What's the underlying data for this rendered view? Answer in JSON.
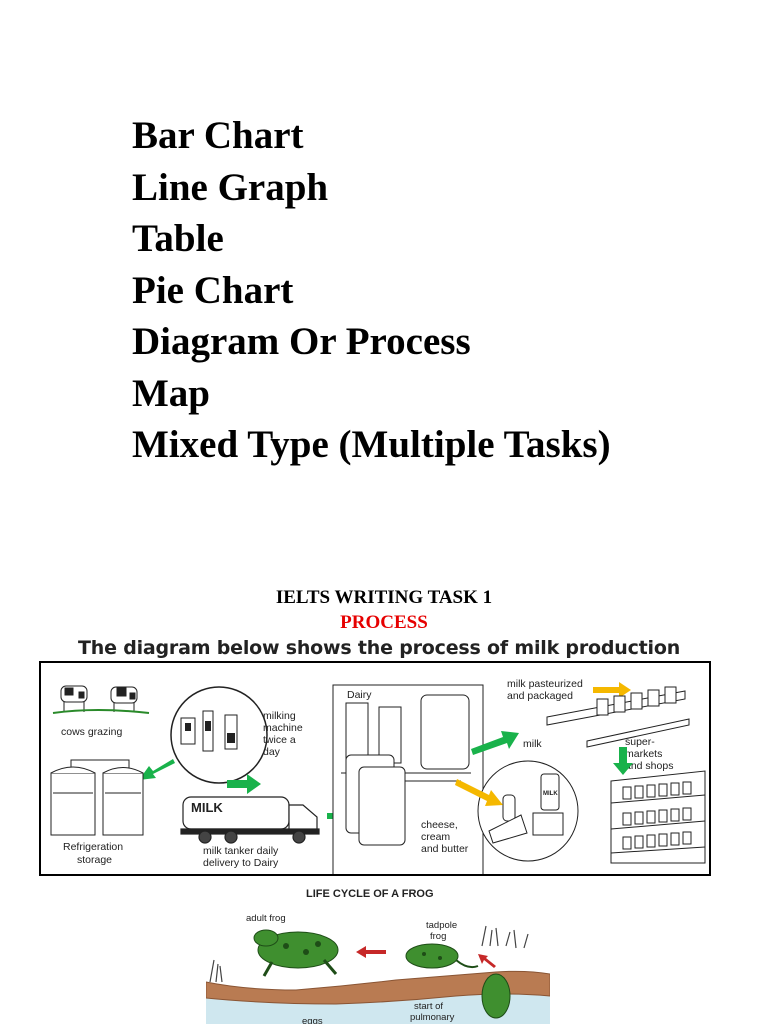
{
  "task_types": [
    "Bar Chart",
    "Line Graph",
    "Table",
    "Pie Chart",
    "Diagram Or Process",
    "Map",
    "Mixed Type (Multiple Tasks)"
  ],
  "section": {
    "title": "IELTS WRITING TASK 1",
    "subtitle": "PROCESS",
    "subtitle_color": "#e60000"
  },
  "milk_diagram": {
    "caption": "The diagram below shows the process of milk production",
    "labels": {
      "cows": "cows grazing",
      "milking_1": "milking",
      "milking_2": "machine",
      "milking_3": "twice a",
      "milking_4": "day",
      "tanker_sign": "MILK",
      "tanker_1": "milk tanker daily",
      "tanker_2": "delivery to Dairy",
      "fridge_1": "Refrigeration",
      "fridge_2": "storage",
      "dairy": "Dairy",
      "pasteurized_1": "milk pasteurized",
      "pasteurized_2": "and packaged",
      "milk": "milk",
      "cheese_1": "cheese,",
      "cheese_2": "cream",
      "cheese_3": "and butter",
      "super_1": "super-",
      "super_2": "markets",
      "super_3": "and shops",
      "jug": "MILK"
    },
    "colors": {
      "green_arrow": "#19b24b",
      "yellow_arrow": "#f5b800"
    }
  },
  "frog_diagram": {
    "title": "LIFE CYCLE OF A FROG",
    "labels": {
      "adult": "adult frog",
      "tadpole_1": "tadpole",
      "tadpole_2": "frog",
      "start_1": "start of",
      "start_2": "pulmonary",
      "eggs": "eggs"
    },
    "colors": {
      "frog": "#3f8f2f",
      "bank": "#b97b52",
      "water": "#cfe7ef"
    }
  }
}
